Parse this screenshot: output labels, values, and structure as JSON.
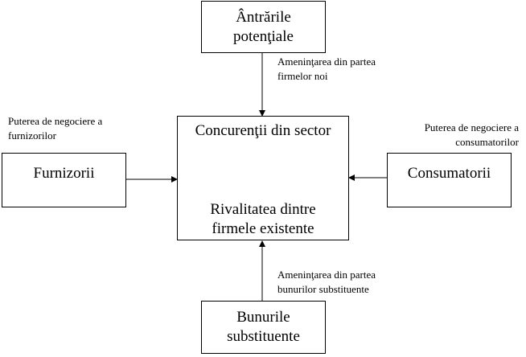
{
  "boxes": {
    "new_entrants": {
      "line1": "Ântrările",
      "line2": "potenţiale"
    },
    "suppliers": {
      "label": "Furnizorii"
    },
    "consumers": {
      "label": "Consumatorii"
    },
    "substitutes": {
      "line1": "Bunurile",
      "line2": "substituente"
    },
    "center": {
      "title": "Concurenţii din sector",
      "rivalry_line1": "Rivalitatea dintre",
      "rivalry_line2": "firmele existente"
    }
  },
  "labels": {
    "threat_new_line1": "Ameninţarea din partea",
    "threat_new_line2": "firmelor noi",
    "supplier_power_line1": "Puterea de negociere a",
    "supplier_power_line2": "furnizorilor",
    "consumer_power_line1": "Puterea de negociere a",
    "consumer_power_line2": "consumatorilor",
    "threat_sub_line1": "Ameninţarea din partea",
    "threat_sub_line2": "bunurilor substituente"
  }
}
